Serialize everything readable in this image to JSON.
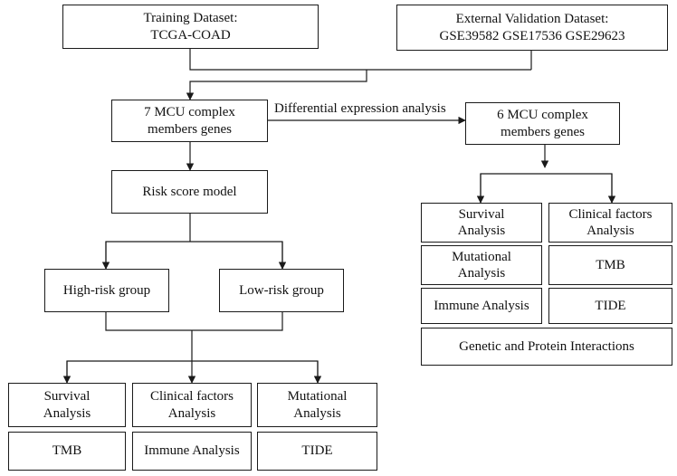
{
  "nodes": {
    "training": [
      "Training Dataset:",
      "TCGA-COAD"
    ],
    "external": [
      "External Validation Dataset:",
      "GSE39582  GSE17536  GSE29623"
    ],
    "mcu7": [
      "7 MCU complex",
      "members genes"
    ],
    "mcu6": [
      "6 MCU complex",
      "members genes"
    ],
    "risk": [
      "Risk score model"
    ],
    "high": [
      "High-risk group"
    ],
    "low": [
      "Low-risk group"
    ],
    "l_survival": [
      "Survival",
      "Analysis"
    ],
    "l_clinical": [
      "Clinical factors",
      "Analysis"
    ],
    "l_mutational": [
      "Mutational",
      "Analysis"
    ],
    "l_tmb": [
      "TMB"
    ],
    "l_immune": [
      "Immune Analysis"
    ],
    "l_tide": [
      "TIDE"
    ],
    "r_survival": [
      "Survival",
      "Analysis"
    ],
    "r_clinical": [
      "Clinical factors",
      "Analysis"
    ],
    "r_mutational": [
      "Mutational",
      "Analysis"
    ],
    "r_tmb": [
      "TMB"
    ],
    "r_immune": [
      "Immune Analysis"
    ],
    "r_tide": [
      "TIDE"
    ],
    "r_genetic": [
      "Genetic and Protein Interactions"
    ]
  },
  "edge_labels": {
    "differential": "Differential expression analysis"
  }
}
